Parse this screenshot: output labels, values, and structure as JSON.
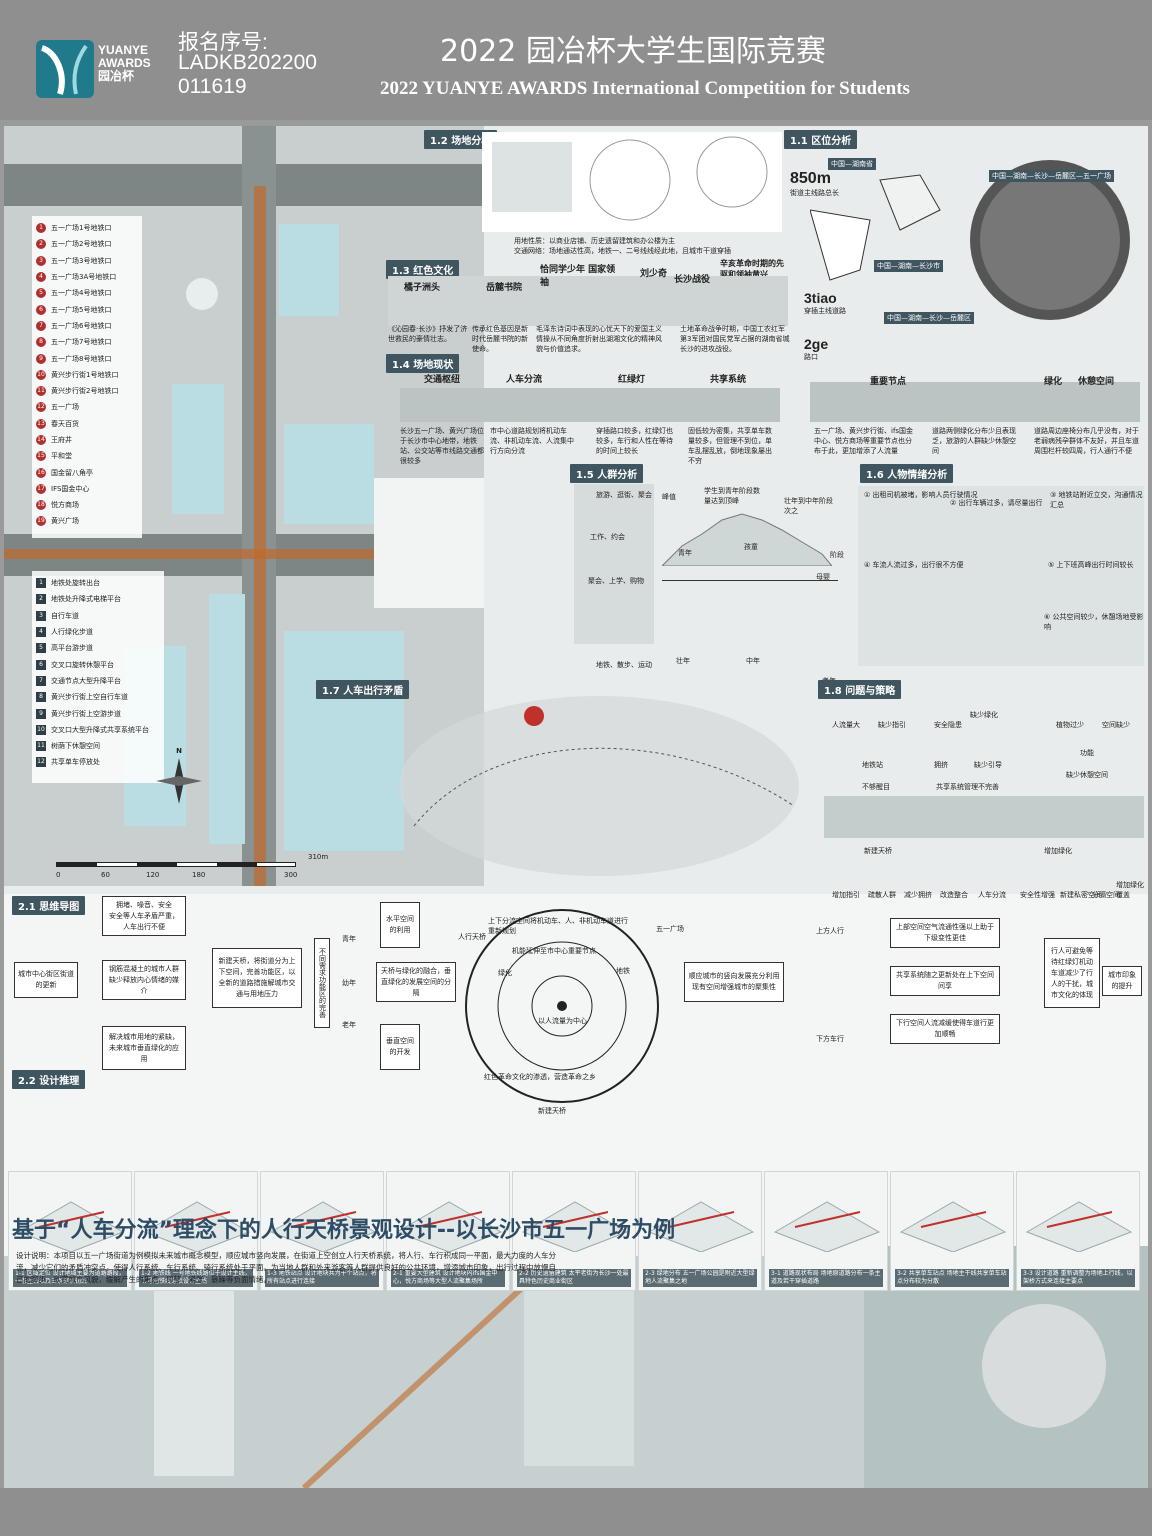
{
  "header": {
    "logo_line1": "YUANYE",
    "logo_line2": "AWARDS",
    "logo_line3": "园冶杯",
    "reg_label": "报名序号:",
    "reg_num1": "LADKB202200",
    "reg_num2": "011619",
    "title_cn": "2022 园冶杯大学生国际竞赛",
    "title_en": "2022 YUANYE AWARDS International Competition for  Students"
  },
  "sections": {
    "s11": "1.1 区位分析",
    "s12": "1.2 场地分析",
    "s13": "1.3 红色文化",
    "s14": "1.4 场地现状",
    "s15": "1.5 人群分析",
    "s16": "1.6 人物情绪分析",
    "s17": "1.7 人车出行矛盾",
    "s18": "1.8 问题与策略",
    "s21": "2.1 思维导图",
    "s22": "2.2 设计推理"
  },
  "legend_stations": [
    {
      "n": "1",
      "t": "五一广场1号地铁口"
    },
    {
      "n": "2",
      "t": "五一广场2号地铁口"
    },
    {
      "n": "3",
      "t": "五一广场3号地铁口"
    },
    {
      "n": "4",
      "t": "五一广场3A号地铁口"
    },
    {
      "n": "5",
      "t": "五一广场4号地铁口"
    },
    {
      "n": "6",
      "t": "五一广场5号地铁口"
    },
    {
      "n": "7",
      "t": "五一广场6号地铁口"
    },
    {
      "n": "8",
      "t": "五一广场7号地铁口"
    },
    {
      "n": "9",
      "t": "五一广场8号地铁口"
    },
    {
      "n": "10",
      "t": "黄兴步行街1号地铁口"
    },
    {
      "n": "11",
      "t": "黄兴步行街2号地铁口"
    },
    {
      "n": "12",
      "t": "五一广场"
    },
    {
      "n": "13",
      "t": "春天百货"
    },
    {
      "n": "14",
      "t": "王府井"
    },
    {
      "n": "15",
      "t": "平和堂"
    },
    {
      "n": "16",
      "t": "国金留八角亭"
    },
    {
      "n": "17",
      "t": "IFS国金中心"
    },
    {
      "n": "18",
      "t": "悦方商场"
    },
    {
      "n": "19",
      "t": "黄兴广场"
    }
  ],
  "legend_nodes": [
    {
      "n": "1",
      "t": "地铁处旋转出台"
    },
    {
      "n": "2",
      "t": "地铁处升降式电梯平台"
    },
    {
      "n": "3",
      "t": "自行车道"
    },
    {
      "n": "4",
      "t": "人行绿化步道"
    },
    {
      "n": "5",
      "t": "高平台游步道"
    },
    {
      "n": "6",
      "t": "交叉口旋转休憩平台"
    },
    {
      "n": "7",
      "t": "交通节点大型升降平台"
    },
    {
      "n": "8",
      "t": "黄兴步行街上空自行车道"
    },
    {
      "n": "9",
      "t": "黄兴步行街上空游步道"
    },
    {
      "n": "10",
      "t": "交叉口大型升降式共享系统平台"
    },
    {
      "n": "11",
      "t": "树荫下休憩空间"
    },
    {
      "n": "12",
      "t": "共享单车停放处"
    }
  ],
  "scale": {
    "t0": "0",
    "t1": "60",
    "t2": "120",
    "t3": "180",
    "t4": "300",
    "end": "310m",
    "north": "N"
  },
  "location": {
    "c1": "中国—湖南省",
    "c2": "中国—湖南—长沙—岳麓区—五一广场",
    "c3": "中国—湖南—长沙市",
    "c4": "中国—湖南—长沙—岳麓区",
    "stat1": "850m",
    "stat1_sub": "街道主线路总长",
    "stat2": "3tiao",
    "stat2_sub": "穿插主线道路",
    "stat3": "2ge",
    "stat3_sub": "路口"
  },
  "site": {
    "use": "用地性质：以商业店铺、历史遗留建筑和办公楼为主",
    "traffic": "交通网络：场地通达性高，地铁一、二号线线经此地，且城市干道穿插",
    "event": "辛亥革命时期的先驱和领袖黄兴"
  },
  "red_culture": {
    "p1": "橘子洲头",
    "p2": "岳麓书院",
    "p3": "恰同学少年 国家领袖",
    "p4": "刘少奇",
    "p5": "长沙战役",
    "d1": "《沁园春·长沙》抒发了济世救民的豪情壮志。",
    "d2": "传承红色基因是新时代岳麓书院的新使命。",
    "d3": "毛泽东诗词中表现的心忧天下的爱国主义情操从不同角度折射出湖湘文化的精神风貌与价值追求。",
    "d4": "土地革命战争时期，中国工农红军第3军团对国民党军占据的湖南省城长沙的进攻战役。"
  },
  "status": {
    "h1": "交通枢纽",
    "h2": "人车分流",
    "h3": "红绿灯",
    "h4": "共享系统",
    "h5": "重要节点",
    "h6": "绿化",
    "h7": "休憩空间",
    "d1": "长沙五一广场、黄兴广场位于长沙市中心地带，地铁站、公交站等市线路交通都很较多",
    "d2": "市中心道路规划将机动车流、非机动车流、人流集中行方向分流",
    "d3": "穿插路口较多，红绿灯也较多，车行和人性在等待的时间上较长",
    "d4": "固低较为密集，共享单车数量较多，但管理不到位，单车乱摆乱放，倒地现象屡出不穷",
    "d5": "五一广场、黄兴步行街、ifs国金中心、悦方商场等重要节点也分布于此，更加增添了人流量",
    "d6": "道路两侧绿化分布少且表现乏，旅游的人群缺少休憩空间",
    "d7": "道路周边座椅分布几乎没有，对于老弱病残孕群体不友好，并且车道周围栏杆较四周，行人通行不便"
  },
  "crowd": {
    "a1": "旅游、逛街、聚会",
    "a2": "工作、约会",
    "a3": "聚会、上学、购物",
    "a4": "地铁、散步、运动",
    "peak": "峰值",
    "p1": "学生到青年阶段数量达到顶峰",
    "p2": "壮年到中年阶段次之",
    "axis": "阶段",
    "g1": "青年",
    "g2": "孩童",
    "g3": "壮年",
    "g4": "中年",
    "g5": "母婴",
    "g6": "老年"
  },
  "emotion": {
    "e1": "① 出租司机被堵，影响人员行驶情况",
    "e2": "② 出行车辆过多，请尽量出行",
    "e3": "③ 地铁站附近立交，沟通情况汇总",
    "e4": "④ 车流人流过多，出行很不方便",
    "e5": "⑤ 上下班高峰出行时间较长",
    "e6": "⑥ 公共空间较少，休憩场地受影响"
  },
  "problems": {
    "t1": "人流量大",
    "t2": "缺少指引",
    "t3": "地铁站",
    "t4": "不够醒目",
    "t5": "安全隐患",
    "t6": "缺少绿化",
    "t7": "拥挤",
    "t8": "缺少引导",
    "t9": "共享系统管理不完善",
    "t10": "植物过少",
    "t11": "空间缺少",
    "t12": "功能",
    "t13": "缺少休憩空间",
    "n1": "新建天桥",
    "n2": "增加绿化",
    "b1": "增加指引",
    "b2": "疏散人群",
    "b3": "减少拥挤",
    "b4": "改造整合",
    "b5": "人车分流",
    "b6": "安全性增强",
    "b7": "新建私密空间",
    "b8": "分隔空间",
    "b9": "增加绿化覆盖"
  },
  "mindmap": {
    "root": "城市中心街区街道的更新",
    "m1": "拥堵、噪音、安全\n安全等人车矛盾严重，人车出行不便",
    "m2": "钢筋混凝土的城市人群缺少释放内心情绪的媒介",
    "m3": "解决城市用地的紧缺，未来城市垂直绿化的应用",
    "c1": "新建天桥，将街道分为上下空间，完善功能区，以全新的道路措施解城市交通与用地压力",
    "c2": "不同需求功能区的完善",
    "c3": "天桥与绿化的融合，垂直绿化的发展空间的分隔",
    "c4": "水平空间的利用",
    "c5": "垂直空间的开发",
    "age1": "青年",
    "age2": "幼年",
    "age3": "老年",
    "ring1": "上下分流空间将机动车、人、非机动车道进行重新规划",
    "ring2": "人行天桥",
    "ring3": "五一广场",
    "ring4": "地铁",
    "ring5": "机能延伸至市中心重要节点",
    "ring6": "以人流量为中心",
    "ring7": "红色革命文化的渗透，营造革命之乡",
    "ring8": "新建天桥",
    "ring9": "绿化",
    "r1": "顺应城市的竖向发展充分利用现有空间增强城市的聚集性",
    "r2": "上方人行",
    "r3": "下方车行",
    "r4": "上部空间空气流通性强以上助于下级变性更佳",
    "r5": "共享系统随之更新处在上下空间间享",
    "r6": "下行空间人流减缓使得车道行更加顺畅",
    "r7": "行人可避免等待红绿灯机动车道减少了行人的干扰，城市文化的体现",
    "r8": "城市印象的提升"
  },
  "steps": [
    {
      "t": "1-1 区域定位 设计地域主要为道路路段，一条主线以及三条穿插辅线"
    },
    {
      "t": "1-2 地铁线 一号地铁线路位于设计主线，二号地铁线穿插设计主线"
    },
    {
      "t": "1-3 地铁站点 设计地块共为十个站点，将所有站点进行连接"
    },
    {
      "t": "2-1 重要大型建筑 设计地块内ifs国金中心，悦方商场等大型人流聚集场所"
    },
    {
      "t": "2-2 历史遗留建筑 太平老街为长沙一处最具特色历史商业街区"
    },
    {
      "t": "2-3 绿地分布 五一广场公园是附近大型绿地人流聚集之地"
    },
    {
      "t": "3-1 道路现状布局 场地原道路分布一条主道及若干穿插道路"
    },
    {
      "t": "3-2 共享单车站点 场地主干线共享单车站点分布较为分散"
    },
    {
      "t": "3-3 设计道路 重新调整为场地上行线，以架桥方式来连接主要点"
    }
  ],
  "main_title": "基于“人车分流”理念下的人行天桥景观设计--以长沙市五一广场为例",
  "description": "设计说明：本项目以五一广场街道为例模拟未来城市概念模型，顺应城市竖向发展，在街道上空创立人行天桥系统，将人行、车行积成同一平面，最大力度的人车分流，减少它们的矛盾冲突点，使得人行系统、车行系统、骑行系统处于平面。为当地人群和外来游客等人群提供良好的公共环境，增添城市印象，出行过程中放慢自己的脚步，欣赏城市风貌，缓解产生的焦虑、抑郁、紧张、暴躁等负面情绪。"
}
